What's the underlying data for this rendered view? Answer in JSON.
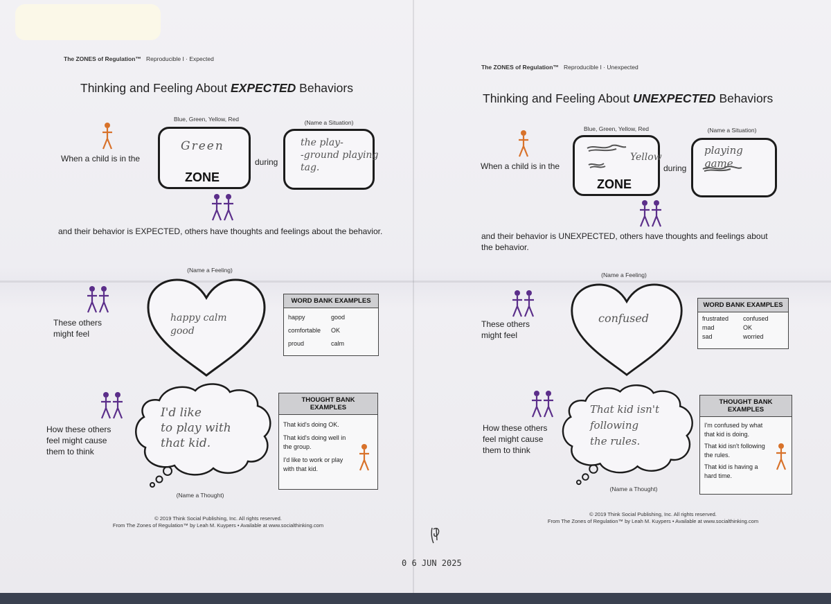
{
  "left": {
    "header": {
      "brand": "The ZONES of Regulation™",
      "sub": "Reproducible I · Expected"
    },
    "title_prefix": "Thinking and Feeling About ",
    "title_key": "EXPECTED",
    "title_suffix": " Behaviors",
    "zone_hint": "Blue, Green, Yellow, Red",
    "situation_hint": "(Name a Situation)",
    "when_text": "When a child is in the",
    "zone_answer": "Green",
    "zone_word": "ZONE",
    "during": "during",
    "situation_answer": "the play-\n-ground playing\ntag.",
    "behavior_text": "and their behavior is EXPECTED, others have thoughts and feelings about the behavior.",
    "feeling_hint": "(Name a Feeling)",
    "others_feel": "These others\nmight feel",
    "feeling_answer": "happy calm\ngood",
    "word_bank_title": "WORD BANK EXAMPLES",
    "word_bank": [
      [
        "happy",
        "good"
      ],
      [
        "comfortable",
        "OK"
      ],
      [
        "proud",
        "calm"
      ]
    ],
    "think_text": "How these others\nfeel might cause\nthem to think",
    "thought_answer": "I'd like\nto play with\nthat kid.",
    "thought_hint": "(Name a Thought)",
    "thought_bank_title": "THOUGHT BANK\nEXAMPLES",
    "thought_bank": [
      "That kid's doing OK.",
      "That kid's doing well in the group.",
      "I'd like to work or play with that kid."
    ],
    "footer1": "© 2019 Think Social Publishing, Inc. All rights reserved.",
    "footer2": "From The Zones of Regulation™ by Leah M. Kuypers • Available at www.socialthinking.com"
  },
  "right": {
    "header": {
      "brand": "The ZONES of Regulation™",
      "sub": "Reproducible I · Unexpected"
    },
    "title_prefix": "Thinking and Feeling About ",
    "title_key": "UNEXPECTED",
    "title_suffix": " Behaviors",
    "zone_hint": "Blue, Green, Yellow, Red",
    "situation_hint": "(Name a Situation)",
    "when_text": "When a child is in the",
    "zone_answer": "Yellow",
    "zone_word": "ZONE",
    "during": "during",
    "situation_answer": "playing game",
    "behavior_text": "and their behavior is UNEXPECTED, others have thoughts and feelings about the behavior.",
    "feeling_hint": "(Name a Feeling)",
    "others_feel": "These others\nmight feel",
    "feeling_answer": "confused",
    "word_bank_title": "WORD BANK EXAMPLES",
    "word_bank": [
      [
        "frustrated",
        "confused"
      ],
      [
        "mad",
        "OK"
      ],
      [
        "sad",
        "worried"
      ]
    ],
    "think_text": "How these others\nfeel might cause\nthem to think",
    "thought_answer": "That kid isn't\nfollowing\nthe rules.",
    "thought_hint": "(Name a Thought)",
    "thought_bank_title": "THOUGHT BANK\nEXAMPLES",
    "thought_bank": [
      "I'm confused by what that kid is doing.",
      "That kid isn't following the rules.",
      "That kid is having a hard time."
    ],
    "footer1": "© 2019 Think Social Publishing, Inc. All rights reserved.",
    "footer2": "From The Zones of Regulation™ by Leah M. Kuypers • Available at www.socialthinking.com"
  },
  "date_stamp": "0 6 JUN 2025",
  "colors": {
    "child": "#d8722a",
    "others": "#5b2e8a"
  }
}
